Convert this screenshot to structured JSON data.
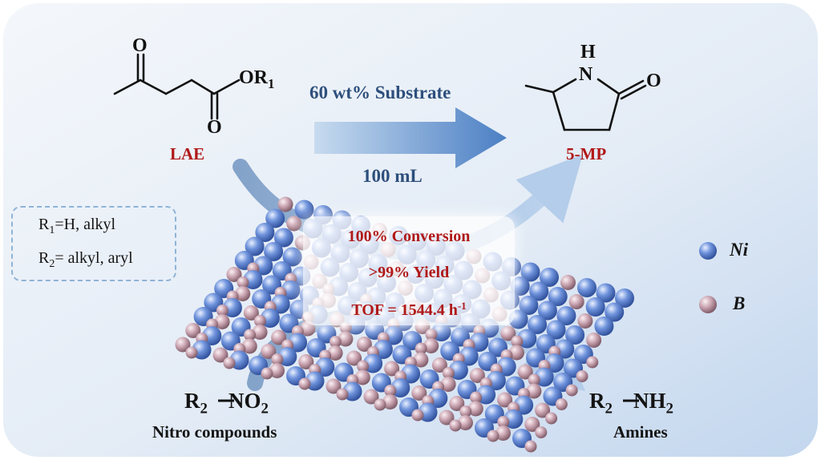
{
  "reaction": {
    "substrate_label": "LAE",
    "product_label": "5-MP",
    "arrow_top_text": "60 wt% Substrate",
    "arrow_bottom_text": "100 mL"
  },
  "substituents": {
    "r1": "R1=H, alkyl",
    "r2": "R2= alkyl, aryl"
  },
  "performance": {
    "conversion": "100% Conversion",
    "yield": ">99% Yield",
    "tof_prefix": "TOF = 1544.4 h",
    "tof_exp": "-1"
  },
  "legend": {
    "ni_label": "Ni",
    "b_label": "B",
    "ni_color": "#5a80d0",
    "b_color": "#c8a0ae"
  },
  "nitro": {
    "formula": "R2−NO2",
    "caption": "Nitro compounds"
  },
  "amines": {
    "formula": "R2−NH2",
    "caption": "Amines"
  },
  "lae_atoms": {
    "ketone_o": "O",
    "ester_o": "O",
    "or1": "OR1"
  },
  "mp_atoms": {
    "h": "H",
    "n": "N",
    "o": "O"
  }
}
